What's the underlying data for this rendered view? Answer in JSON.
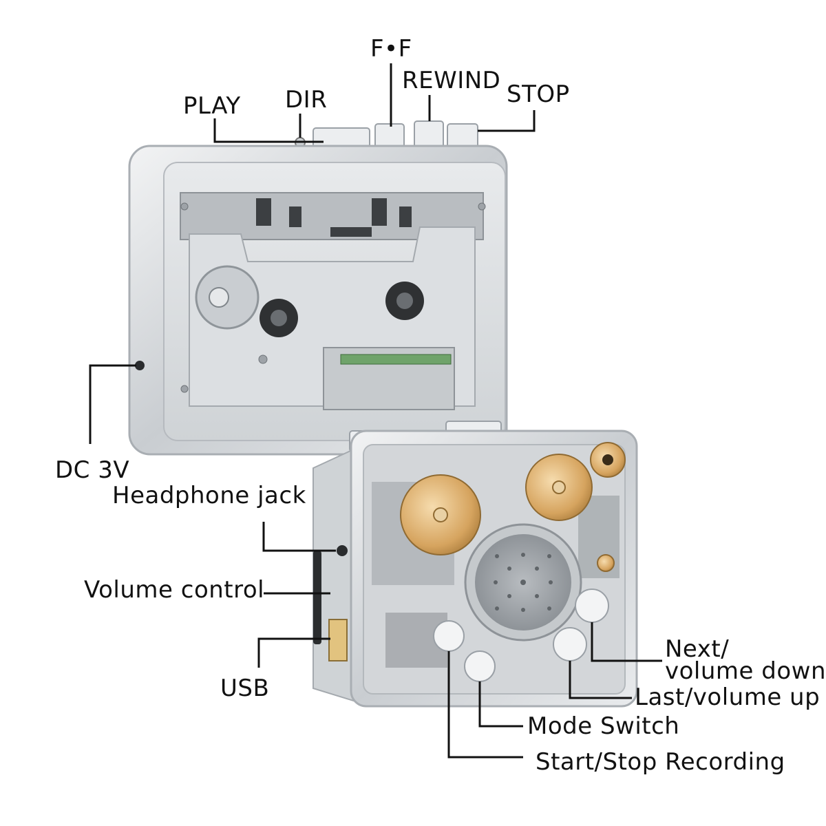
{
  "labels": {
    "ff": "F•F",
    "rewind": "REWIND",
    "play": "PLAY",
    "dir": "DIR",
    "stop": "STOP",
    "dc": "DC 3V",
    "headphone": "Headphone jack",
    "volume": "Volume control",
    "usb": "USB",
    "next_line1": "Next/",
    "next_line2": "volume down",
    "last": "Last/volume up",
    "mode": "Mode Switch",
    "record": "Start/Stop Recording"
  },
  "colors": {
    "background": "#ffffff",
    "body": "#d9dcdf",
    "frame": "#c2c6ca",
    "gold": "#d8a866",
    "line": "#111111"
  }
}
